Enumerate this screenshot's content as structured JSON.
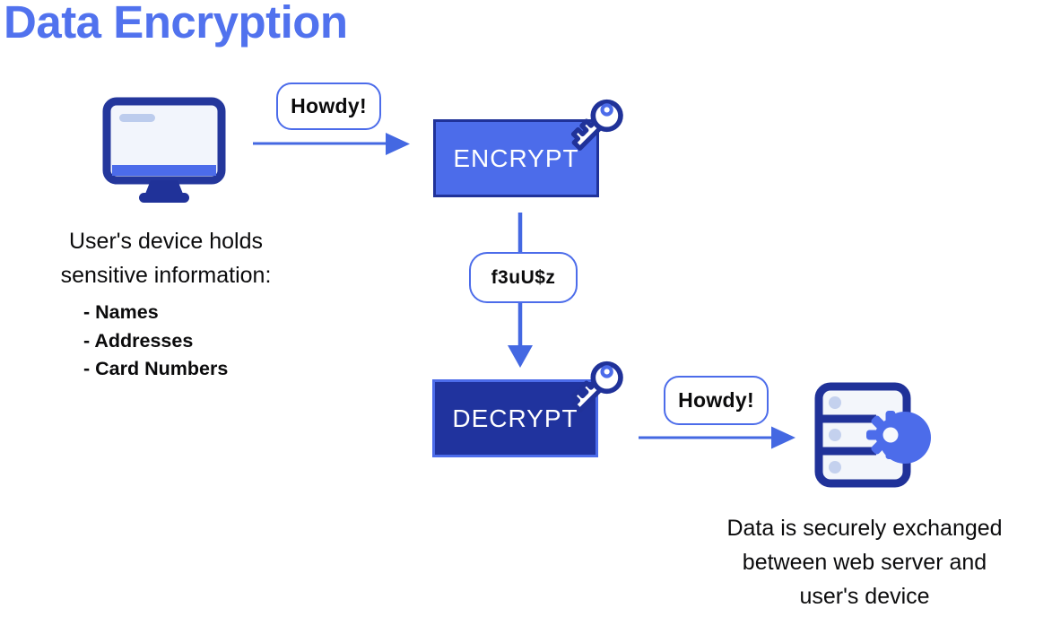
{
  "title": "Data Encryption",
  "flow": {
    "plain_message_1": "Howdy!",
    "encrypt_label": "ENCRYPT",
    "cipher_text": "f3uU$z",
    "decrypt_label": "DECRYPT",
    "plain_message_2": "Howdy!"
  },
  "device_caption": {
    "lines": [
      "User's device holds",
      "sensitive information:"
    ],
    "items": [
      "- Names",
      "- Addresses",
      "- Card Numbers"
    ]
  },
  "server_caption": {
    "lines": [
      "Data is securely exchanged",
      "between web server and",
      "user's device"
    ]
  },
  "icons": {
    "device": "monitor-icon",
    "encrypt_key": "key-icon",
    "decrypt_key": "key-icon",
    "server": "server-gear-icon"
  },
  "colors": {
    "title_blue": "#5172ee",
    "accent_blue": "#4c6cea",
    "deep_navy": "#203299",
    "decrypt_fill": "#20339e",
    "arrow_blue": "#4468e2",
    "screen_light": "#f2f5fc",
    "light_blue_detail": "#bccced",
    "text_black": "#0b0b0c"
  }
}
